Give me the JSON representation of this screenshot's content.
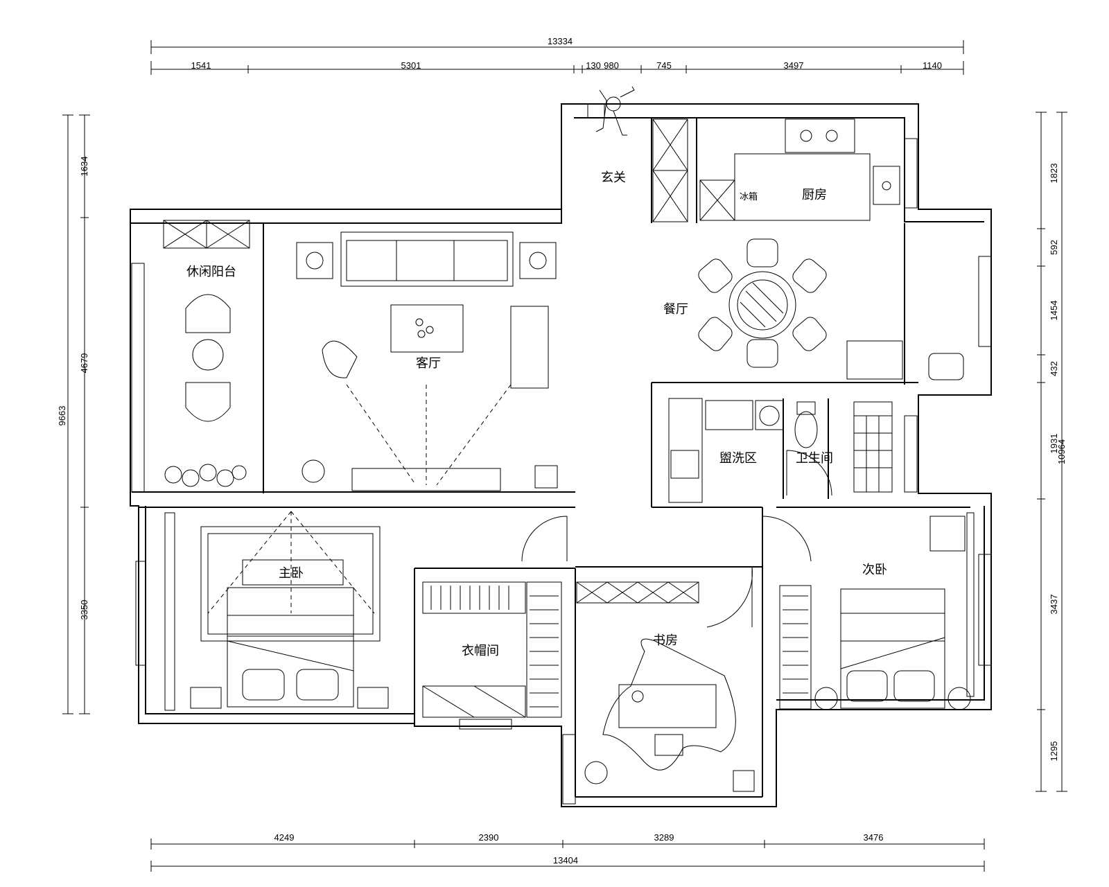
{
  "dimensions": {
    "top_total": "13334",
    "top_segments": [
      "1541",
      "5301",
      "130",
      "980",
      "745",
      "3497",
      "1140"
    ],
    "bottom_total": "13404",
    "bottom_segments": [
      "4249",
      "2390",
      "3289",
      "3476"
    ],
    "left_total": "9663",
    "left_segments": [
      "1634",
      "4679",
      "3350"
    ],
    "right_total": "10964",
    "right_segments": [
      "1823",
      "592",
      "1454",
      "432",
      "1931",
      "3437",
      "1295"
    ]
  },
  "rooms": {
    "entrance": "玄关",
    "kitchen": "厨房",
    "fridge": "冰箱",
    "leisure_balcony": "休闲阳台",
    "living_room": "客厅",
    "dining_room": "餐厅",
    "washing_area": "盥洗区",
    "bathroom": "卫生间",
    "master_bedroom": "主卧",
    "cloakroom": "衣帽间",
    "study": "书房",
    "second_bedroom": "次卧"
  }
}
